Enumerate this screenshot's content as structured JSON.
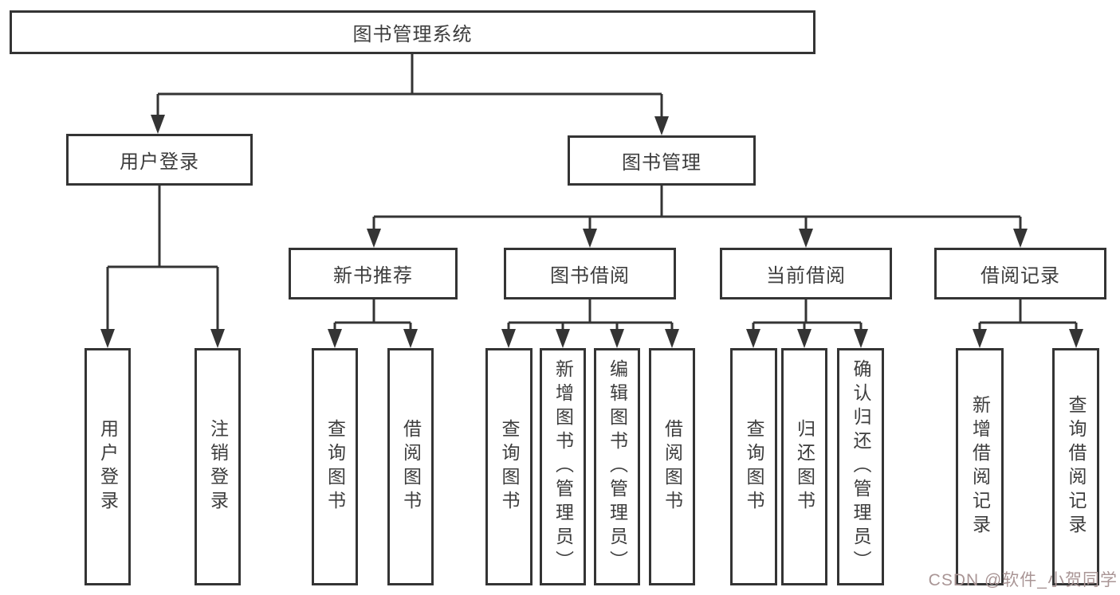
{
  "diagram": {
    "root": {
      "label": "图书管理系统"
    },
    "level2": [
      {
        "label": "用户登录"
      },
      {
        "label": "图书管理"
      }
    ],
    "level3": [
      {
        "label": "新书推荐"
      },
      {
        "label": "图书借阅"
      },
      {
        "label": "当前借阅"
      },
      {
        "label": "借阅记录"
      }
    ],
    "leaves": {
      "user_login": [
        {
          "label": "用户登录"
        },
        {
          "label": "注销登录"
        }
      ],
      "new_book": [
        {
          "label": "查询图书"
        },
        {
          "label": "借阅图书"
        }
      ],
      "book_borrow": [
        {
          "label": "查询图书"
        },
        {
          "label": "新增图书（管理员）"
        },
        {
          "label": "编辑图书（管理员）"
        },
        {
          "label": "借阅图书"
        }
      ],
      "current_borrow": [
        {
          "label": "查询图书"
        },
        {
          "label": "归还图书"
        },
        {
          "label": "确认归还（管理员）"
        }
      ],
      "borrow_record": [
        {
          "label": "新增借阅记录"
        },
        {
          "label": "查询借阅记录"
        }
      ]
    }
  },
  "watermark": {
    "text": "CSDN @软件_小贺同学",
    "color": "#a99595"
  },
  "colors": {
    "line": "#343434",
    "box_border": "#343434",
    "box_bg": "#ffffff",
    "text": "#3d3d3d"
  }
}
